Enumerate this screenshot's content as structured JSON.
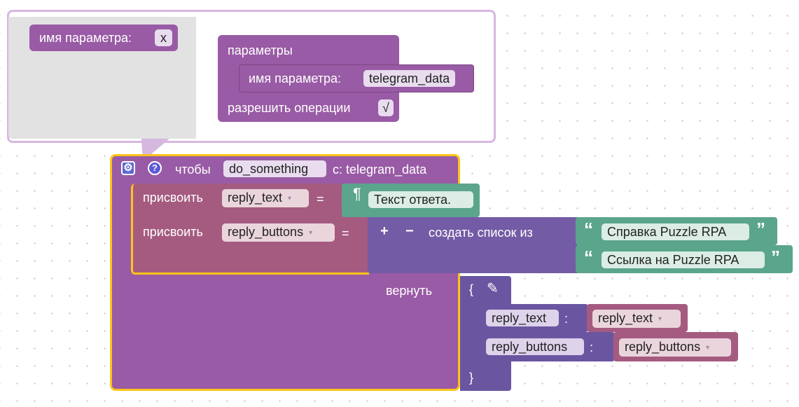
{
  "mutator": {
    "flyout_param_label": "имя параметра:",
    "flyout_param_value": "x",
    "container_label": "параметры",
    "param_label": "имя параметра:",
    "param_value": "telegram_data",
    "allow_statements_label": "разрешить операции",
    "allow_statements_checked": "√"
  },
  "procedure": {
    "to_label": "чтобы",
    "name": "do_something",
    "params_label": "с: telegram_data",
    "return_label": "вернуть"
  },
  "statements": [
    {
      "set_label": "присвоить",
      "variable": "reply_text",
      "equals": "=",
      "text_value": "Текст ответа."
    },
    {
      "set_label": "присвоить",
      "variable": "reply_buttons",
      "equals": "=",
      "list_label": "создать список из",
      "plus": "+",
      "minus": "−",
      "items": [
        "Справка Puzzle RPA",
        "Ссылка на Puzzle RPA"
      ]
    }
  ],
  "dict": {
    "open_brace": "{",
    "close_brace": "}",
    "colon": ":",
    "entries": [
      {
        "key": "reply_text",
        "value": "reply_text"
      },
      {
        "key": "reply_buttons",
        "value": "reply_buttons"
      }
    ]
  },
  "icons": {
    "dropdown": "▾",
    "gear": "⚙",
    "help": "?",
    "pilcrow": "¶",
    "open_quote": "“",
    "close_quote": "”",
    "pencil": "✎"
  },
  "colors": {
    "procedure": "#995ba5",
    "variables": "#a55b80",
    "text": "#5ba58c",
    "lists": "#745ba5",
    "selection": "#fcc419"
  }
}
